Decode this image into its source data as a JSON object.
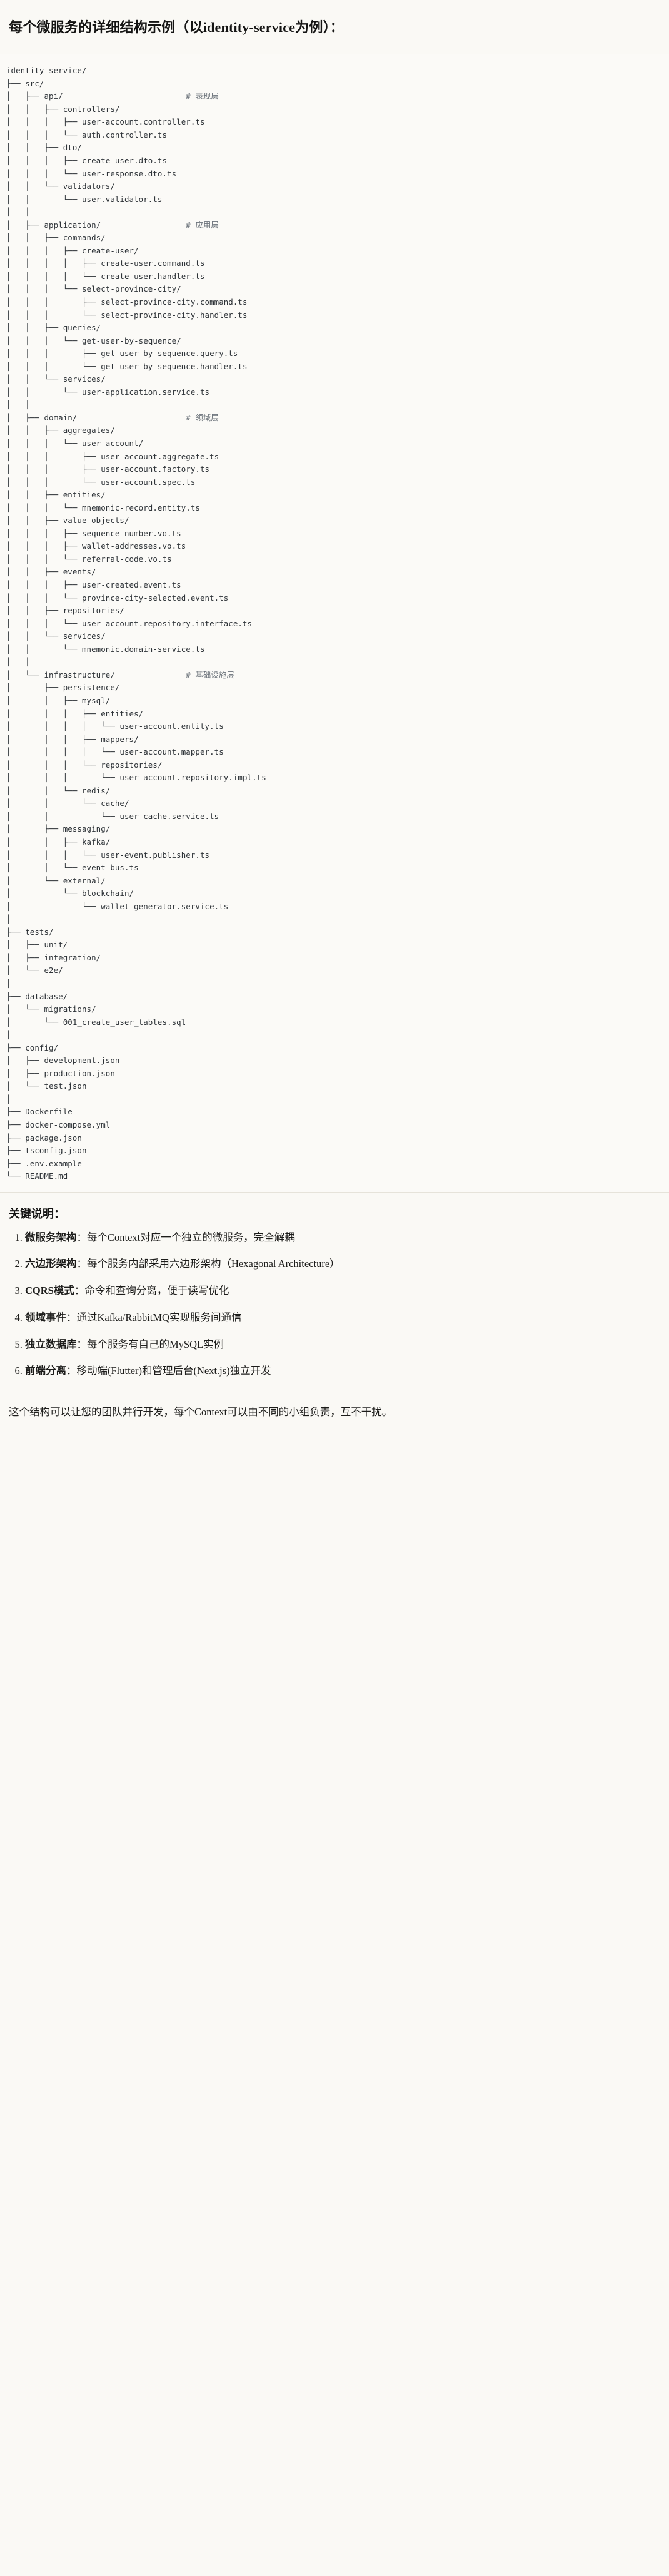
{
  "header": {
    "title": "每个微服务的详细结构示例（以identity-service为例）："
  },
  "tree": {
    "root": "identity-service/",
    "lines": [
      "identity-service/",
      "├── src/",
      "│   ├── api/                          # 表现层",
      "│   │   ├── controllers/",
      "│   │   │   ├── user-account.controller.ts",
      "│   │   │   └── auth.controller.ts",
      "│   │   ├── dto/",
      "│   │   │   ├── create-user.dto.ts",
      "│   │   │   └── user-response.dto.ts",
      "│   │   └── validators/",
      "│   │       └── user.validator.ts",
      "│   │",
      "│   ├── application/                  # 应用层",
      "│   │   ├── commands/",
      "│   │   │   ├── create-user/",
      "│   │   │   │   ├── create-user.command.ts",
      "│   │   │   │   └── create-user.handler.ts",
      "│   │   │   └── select-province-city/",
      "│   │   │       ├── select-province-city.command.ts",
      "│   │   │       └── select-province-city.handler.ts",
      "│   │   ├── queries/",
      "│   │   │   └── get-user-by-sequence/",
      "│   │   │       ├── get-user-by-sequence.query.ts",
      "│   │   │       └── get-user-by-sequence.handler.ts",
      "│   │   └── services/",
      "│   │       └── user-application.service.ts",
      "│   │",
      "│   ├── domain/                       # 领域层",
      "│   │   ├── aggregates/",
      "│   │   │   └── user-account/",
      "│   │   │       ├── user-account.aggregate.ts",
      "│   │   │       ├── user-account.factory.ts",
      "│   │   │       └── user-account.spec.ts",
      "│   │   ├── entities/",
      "│   │   │   └── mnemonic-record.entity.ts",
      "│   │   ├── value-objects/",
      "│   │   │   ├── sequence-number.vo.ts",
      "│   │   │   ├── wallet-addresses.vo.ts",
      "│   │   │   └── referral-code.vo.ts",
      "│   │   ├── events/",
      "│   │   │   ├── user-created.event.ts",
      "│   │   │   └── province-city-selected.event.ts",
      "│   │   ├── repositories/",
      "│   │   │   └── user-account.repository.interface.ts",
      "│   │   └── services/",
      "│   │       └── mnemonic.domain-service.ts",
      "│   │",
      "│   └── infrastructure/               # 基础设施层",
      "│       ├── persistence/",
      "│       │   ├── mysql/",
      "│       │   │   ├── entities/",
      "│       │   │   │   └── user-account.entity.ts",
      "│       │   │   ├── mappers/",
      "│       │   │   │   └── user-account.mapper.ts",
      "│       │   │   └── repositories/",
      "│       │   │       └── user-account.repository.impl.ts",
      "│       │   └── redis/",
      "│       │       └── cache/",
      "│       │           └── user-cache.service.ts",
      "│       ├── messaging/",
      "│       │   ├── kafka/",
      "│       │   │   └── user-event.publisher.ts",
      "│       │   └── event-bus.ts",
      "│       └── external/",
      "│           └── blockchain/",
      "│               └── wallet-generator.service.ts",
      "│",
      "├── tests/",
      "│   ├── unit/",
      "│   ├── integration/",
      "│   └── e2e/",
      "│",
      "├── database/",
      "│   └── migrations/",
      "│       └── 001_create_user_tables.sql",
      "│",
      "├── config/",
      "│   ├── development.json",
      "│   ├── production.json",
      "│   └── test.json",
      "│",
      "├── Dockerfile",
      "├── docker-compose.yml",
      "├── package.json",
      "├── tsconfig.json",
      "├── .env.example",
      "└── README.md"
    ],
    "layer_comments": [
      {
        "label": "# 表现层",
        "for": "api/"
      },
      {
        "label": "# 应用层",
        "for": "application/"
      },
      {
        "label": "# 领域层",
        "for": "domain/"
      },
      {
        "label": "# 基础设施层",
        "for": "infrastructure/"
      }
    ]
  },
  "keys": {
    "title": "关键说明：",
    "items": [
      {
        "term": "微服务架构",
        "desc": "：每个Context对应一个独立的微服务，完全解耦"
      },
      {
        "term": "六边形架构",
        "desc": "：每个服务内部采用六边形架构（Hexagonal Architecture）"
      },
      {
        "term": "CQRS模式",
        "desc": "：命令和查询分离，便于读写优化"
      },
      {
        "term": "领域事件",
        "desc": "：通过Kafka/RabbitMQ实现服务间通信"
      },
      {
        "term": "独立数据库",
        "desc": "：每个服务有自己的MySQL实例"
      },
      {
        "term": "前端分离",
        "desc": "：移动端(Flutter)和管理后台(Next.js)独立开发"
      }
    ],
    "closing": "这个结构可以让您的团队并行开发，每个Context可以由不同的小组负责，互不干扰。"
  },
  "colors": {
    "page_bg": "#faf9f5",
    "code_bg": "#fbfaf7",
    "rule": "#e6e3da",
    "code_text": "#2e3338",
    "comment_text": "#6a7179",
    "body_text": "#1c1c1a"
  }
}
